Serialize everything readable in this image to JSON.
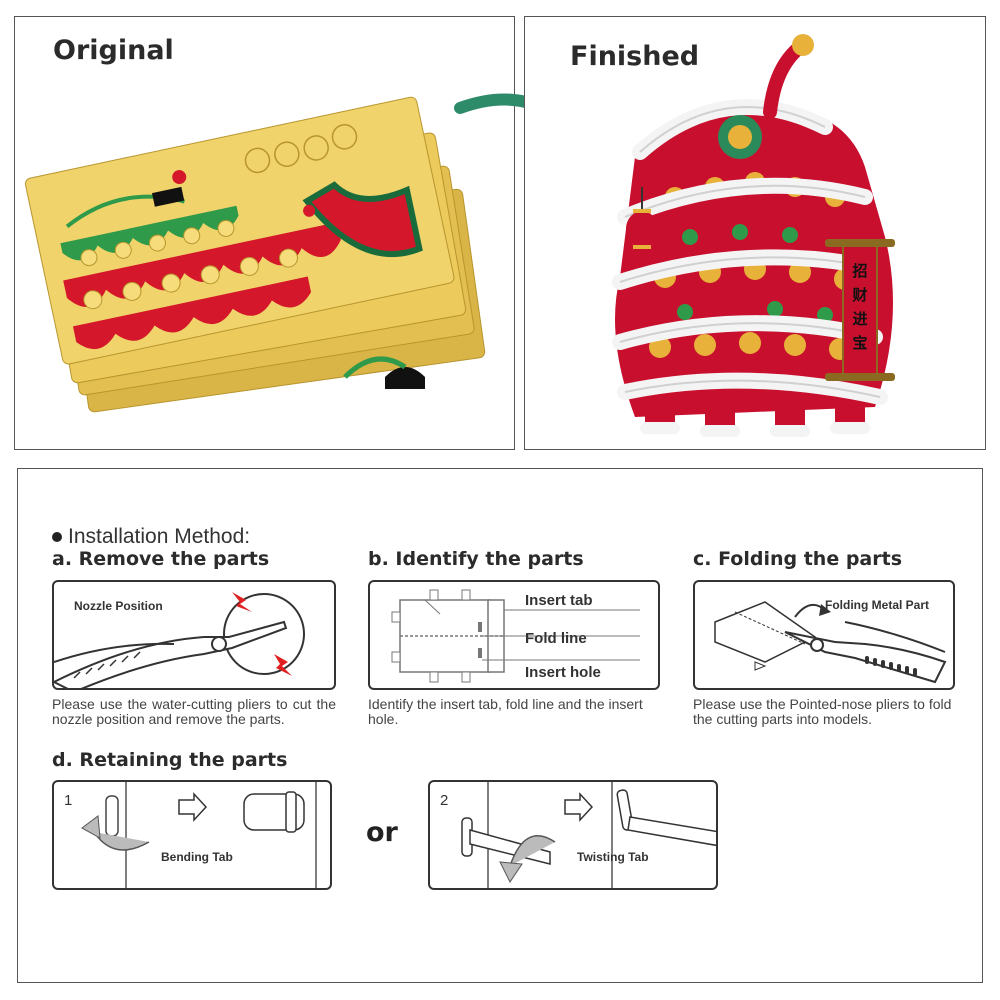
{
  "top": {
    "original_title": "Original",
    "finished_title": "Finished",
    "banner_text": "招财进宝"
  },
  "install": {
    "heading": "Installation Method:",
    "a": {
      "title": "a. Remove the parts",
      "label": "Nozzle Position",
      "desc": "Please use the water-cutting pliers to cut the nozzle position and remove the parts."
    },
    "b": {
      "title": "b. Identify the parts",
      "insert_tab": "Insert tab",
      "fold_line": "Fold line",
      "insert_hole": "Insert hole",
      "desc": "Identify the insert tab, fold line and the insert hole."
    },
    "c": {
      "title": "c. Folding the parts",
      "label": "Folding Metal Part",
      "desc": "Please use the Pointed-nose pliers to fold the cutting parts into models."
    },
    "d": {
      "title": "d. Retaining the parts",
      "step1_num": "1",
      "step1_label": "Bending Tab",
      "or": "or",
      "step2_num": "2",
      "step2_label": "Twisting Tab"
    }
  },
  "colors": {
    "arrow_green": "#2e8b6a",
    "sheet_gold": "#e8c85a",
    "lion_red": "#c8102e",
    "fur_white": "#f4f4f4"
  }
}
